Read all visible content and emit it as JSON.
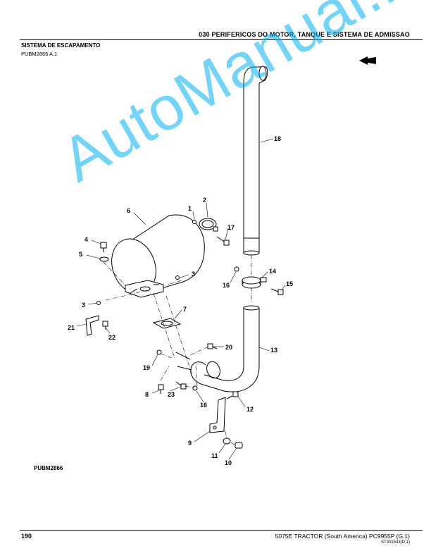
{
  "header": {
    "title": "030 PERIFERICOS DO MOTOR, TANQUE E SISTEMA DE ADMISSAO"
  },
  "section": {
    "title": "SISTEMA DE ESCAPAMENTO",
    "ref_code": "PUBM2866 A.1"
  },
  "figure": {
    "code": "PUBM2866",
    "callouts": {
      "c1": "1",
      "c2": "2",
      "c3a": "3",
      "c3b": "3",
      "c4": "4",
      "c5": "5",
      "c6": "6",
      "c7": "7",
      "c8": "8",
      "c9": "9",
      "c10": "10",
      "c11": "11",
      "c12": "12",
      "c13": "13",
      "c14": "14",
      "c15": "15",
      "c16a": "16",
      "c16b": "16",
      "c17": "17",
      "c18": "18",
      "c19": "19",
      "c20": "20",
      "c21": "21",
      "c22": "22",
      "c23": "23"
    }
  },
  "watermark": {
    "text": "AutoManual.net",
    "color": "#00b0f0"
  },
  "footer": {
    "page_number": "190",
    "model": "5075E TRACTOR (South America)   PC9955P    (G.1)",
    "doc_id": "ST301543(D.1)"
  }
}
